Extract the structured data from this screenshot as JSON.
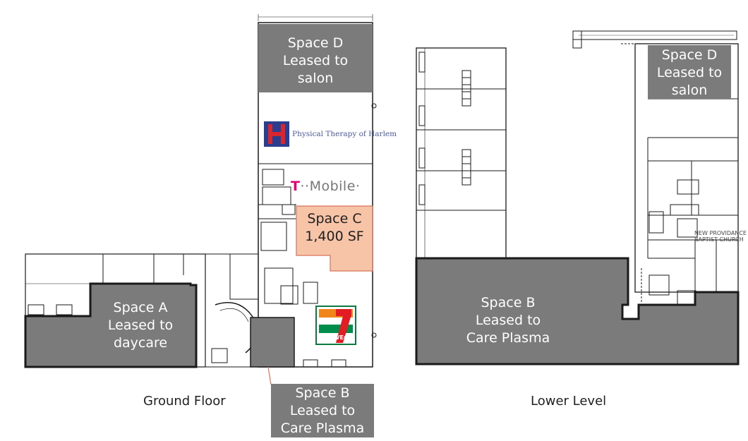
{
  "ground_floor": {
    "caption": "Ground Floor",
    "space_d": [
      "Space D",
      "Leased to",
      "salon"
    ],
    "space_c": [
      "Space C",
      "1,400 SF"
    ],
    "space_a": [
      "Space A",
      "Leased to",
      "daycare"
    ],
    "space_b": [
      "Space B",
      "Leased to",
      "Care Plasma"
    ],
    "tenants": {
      "physical_therapy": "Physical Therapy of Harlem",
      "tmobile_brand": "T",
      "tmobile_name": "Mobile",
      "seven_eleven": "ELEVEn"
    }
  },
  "lower_level": {
    "caption": "Lower Level",
    "space_d": [
      "Space D",
      "Leased to",
      "salon"
    ],
    "space_b": [
      "Space B",
      "Leased to",
      "Care Plasma"
    ],
    "church_label": [
      "NEW PROVIDANCE",
      "BAPTIST CHURCH"
    ]
  },
  "colors": {
    "leased_gray": "#7b7b7b",
    "available_orange": "#f7c4a8",
    "wall_black": "#1a1a1a"
  }
}
